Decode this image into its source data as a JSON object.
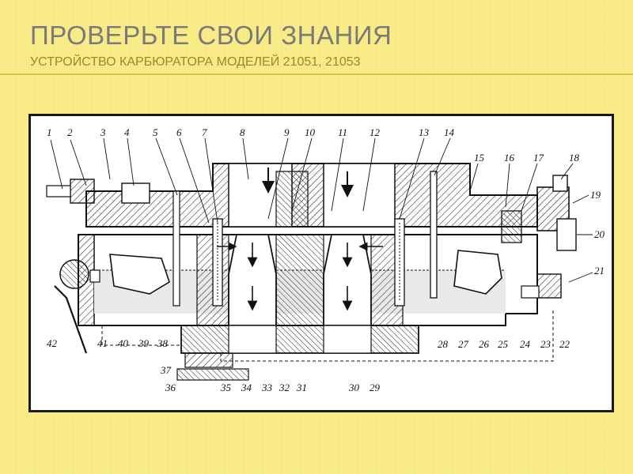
{
  "slide": {
    "title": "ПРОВЕРЬТЕ СВОИ ЗНАНИЯ",
    "subtitle": "УСТРОЙСТВО КАРБЮРАТОРА МОДЕЛЕЙ 21051, 21053"
  },
  "diagram": {
    "labels_top": [
      "1",
      "2",
      "3",
      "4",
      "5",
      "6",
      "7",
      "8",
      "9",
      "10",
      "11",
      "12",
      "13",
      "14",
      "15",
      "16",
      "17",
      "18"
    ],
    "labels_right": [
      "19",
      "20",
      "21"
    ],
    "labels_bottom_right": [
      "22",
      "23",
      "24",
      "25",
      "26",
      "27",
      "28"
    ],
    "labels_bottom": [
      "29",
      "30",
      "31",
      "32",
      "33",
      "34",
      "35",
      "36",
      "37",
      "38",
      "39",
      "40",
      "41",
      "42"
    ]
  },
  "colors": {
    "background": "#f9ec84",
    "title": "#7a7a7a",
    "subtitle": "#9a8a2a",
    "frame": "#1a1a1a"
  }
}
